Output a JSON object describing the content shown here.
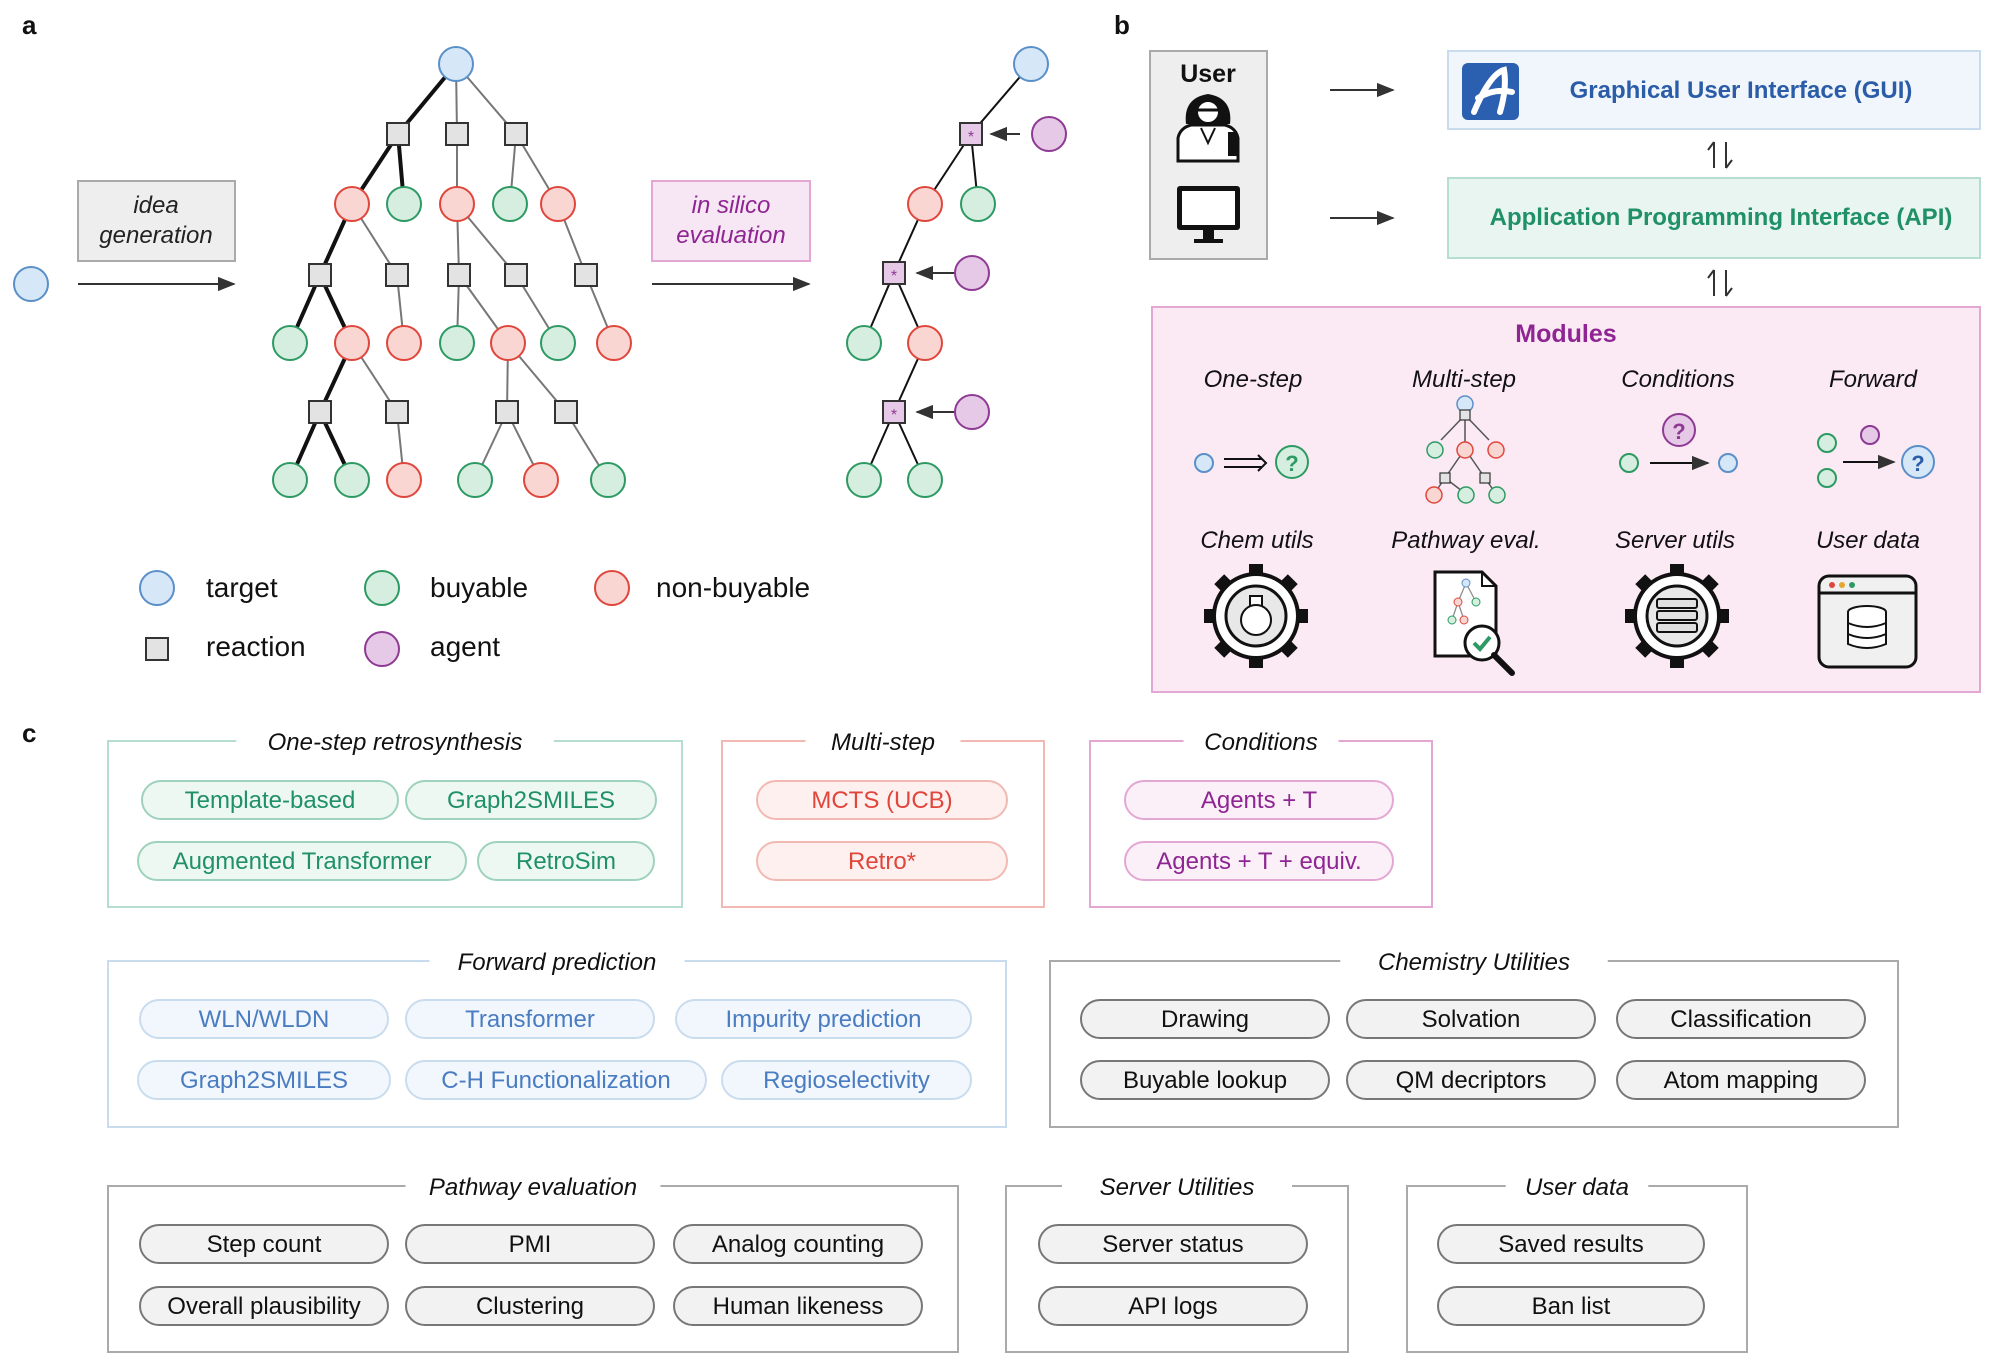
{
  "panels": {
    "a": "a",
    "b": "b",
    "c": "c"
  },
  "panel_a": {
    "idea_generation": [
      "idea",
      "generation"
    ],
    "in_silico_evaluation": [
      "in silico",
      "evaluation"
    ],
    "legend": {
      "target": "target",
      "buyable": "buyable",
      "non_buyable": "non-buyable",
      "reaction": "reaction",
      "agent": "agent"
    }
  },
  "panel_b": {
    "user": "User",
    "gui": "Graphical User Interface (GUI)",
    "api": "Application Programming Interface (API)",
    "modules_title": "Modules",
    "modules": [
      "One-step",
      "Multi-step",
      "Conditions",
      "Forward",
      "Chem utils",
      "Pathway eval.",
      "Server utils",
      "User data"
    ],
    "logo_icon": "askcos-logo-icon",
    "user_icons": [
      "scientist-icon",
      "computer-monitor-icon"
    ]
  },
  "panel_c": {
    "groups": [
      {
        "title": "One-step retrosynthesis",
        "style": "green",
        "items": [
          "Template-based",
          "Graph2SMILES",
          "Augmented Transformer",
          "RetroSim"
        ]
      },
      {
        "title": "Multi-step",
        "style": "red",
        "items": [
          "MCTS (UCB)",
          "Retro*"
        ]
      },
      {
        "title": "Conditions",
        "style": "purple",
        "items": [
          "Agents + T",
          "Agents + T + equiv."
        ]
      },
      {
        "title": "Forward prediction",
        "style": "blue",
        "items": [
          "WLN/WLDN",
          "Transformer",
          "Impurity prediction",
          "Graph2SMILES",
          "C-H Functionalization",
          "Regioselectivity"
        ]
      },
      {
        "title": "Chemistry Utilities",
        "style": "gray",
        "items": [
          "Drawing",
          "Solvation",
          "Classification",
          "Buyable lookup",
          "QM decriptors",
          "Atom mapping"
        ]
      },
      {
        "title": "Pathway evaluation",
        "style": "gray",
        "items": [
          "Step count",
          "PMI",
          "Analog counting",
          "Overall plausibility",
          "Clustering",
          "Human likeness"
        ]
      },
      {
        "title": "Server Utilities",
        "style": "gray",
        "items": [
          "Server status",
          "API logs"
        ]
      },
      {
        "title": "User data",
        "style": "gray",
        "items": [
          "Saved results",
          "Ban list"
        ]
      }
    ]
  },
  "colors": {
    "target_fill": "#d6e8f7",
    "target_stroke": "#5b8fc9",
    "buyable_fill": "#d5eee0",
    "buyable_stroke": "#2e9a63",
    "nonbuyable_fill": "#f9d6d2",
    "nonbuyable_stroke": "#e0463c",
    "agent_fill": "#e6c9e6",
    "agent_stroke": "#8e3a94",
    "reaction_fill": "#e3e3e3",
    "reaction_stroke": "#333333",
    "gui_text": "#2a5ca8",
    "api_text": "#1f9067",
    "modules_text": "#8e2592",
    "modules_bg": "#fbeaf4",
    "modules_border": "#e3a7d3"
  }
}
